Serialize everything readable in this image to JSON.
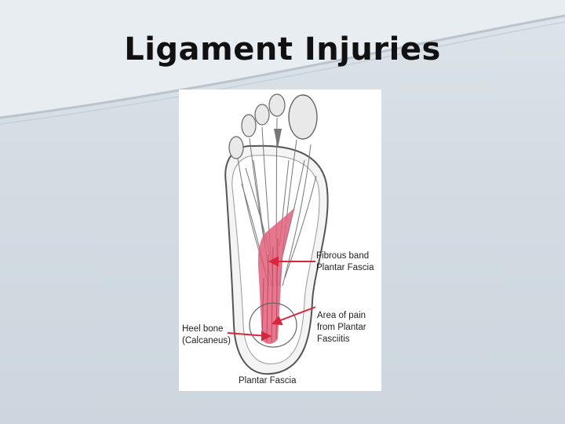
{
  "slide": {
    "title": "Ligament Injuries"
  },
  "figure": {
    "labels": {
      "fibrous_band_line1": "Fibrous band",
      "fibrous_band_line2": "Plantar Fascia",
      "area_pain_line1": "Area of pain",
      "area_pain_line2": "from Plantar",
      "area_pain_line3": "Fasciitis",
      "heel_bone_line1": "Heel bone",
      "heel_bone_line2": "(Calcaneus)",
      "bottom_caption": "Plantar Fascia"
    },
    "colors": {
      "fascia": "#e0607a",
      "arrow": "#d9263a",
      "outline": "#555555"
    }
  }
}
